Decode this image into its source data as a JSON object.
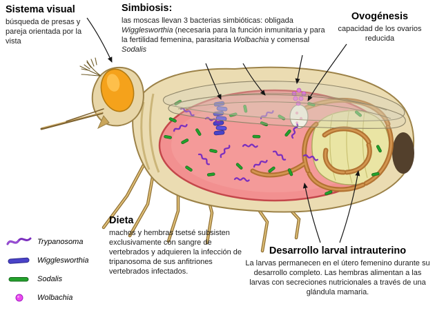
{
  "annotations": {
    "visual_system": {
      "title": "Sistema visual",
      "body": "búsqueda de presas y pareja orientada por la vista"
    },
    "symbiosis": {
      "title": "Simbiosis:",
      "segments": {
        "s1": "las moscas llevan 3 bacterias simbióticas: obligada ",
        "s2": "Wigglesworthia",
        "s3": " (necesaria para la función inmunitaria y para la fertilidad femenina, parasitaria ",
        "s4": "Wolbachia",
        "s5": " y comensal ",
        "s6": "Sodalis"
      }
    },
    "oogenesis": {
      "title": "Ovogénesis",
      "body": "capacidad de los ovarios reducida"
    },
    "diet": {
      "title": "Dieta",
      "body": "machos y hembras tsetsé subsisten exclusivamente con sangre de vertebrados y adquieren la infección de tripanosoma de sus anfitriones vertebrados infectados."
    },
    "larval_development": {
      "title": "Desarrollo larval intrauterino",
      "body": "La larvas permanecen en el útero femenino durante su desarrollo completo. Las hembras alimentan a las larvas con secreciones nutricionales a través de una glándula mamaria."
    }
  },
  "legend": {
    "items": [
      {
        "label": "Trypanosoma",
        "icon": "trypanosoma-squiggle-icon",
        "color": "#7B2FBE"
      },
      {
        "label": "Wigglesworthia",
        "icon": "wigglesworthia-rod-icon",
        "color": "#4A43C8"
      },
      {
        "label": "Sodalis",
        "icon": "sodalis-rod-icon",
        "color": "#23A22C"
      },
      {
        "label": "Wolbachia",
        "icon": "wolbachia-dot-icon",
        "color": "#EC4BEF"
      }
    ]
  },
  "palette": {
    "body_tan": "#EBDCB2",
    "gut_pink": "#F29090",
    "gut_border_red": "#C4474B",
    "eye_orange": "#F5A21B",
    "larva_yellow": "#EAE5A4",
    "intestine_brown": "#B06F2E",
    "trypanosoma_purple": "#7B2FBE",
    "wigglesworthia_blue": "#4A43C8",
    "sodalis_green": "#23A22C",
    "wolbachia_magenta": "#EC4BEF"
  }
}
